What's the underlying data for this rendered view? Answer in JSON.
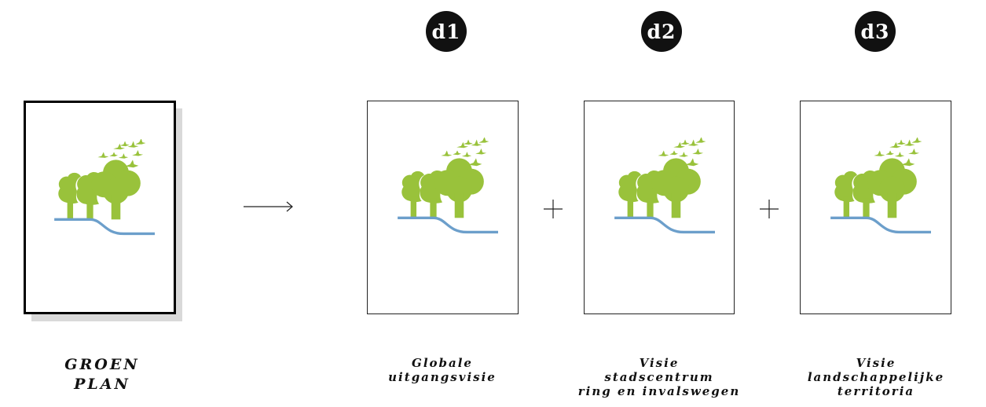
{
  "source": {
    "title_lines": [
      "GROEN",
      "PLAN"
    ],
    "logo_icon": "trees-river-birds-icon"
  },
  "connector": {
    "arrow_icon": "arrow-right-icon",
    "plus_icon": "plus-icon"
  },
  "colors": {
    "tree_green": "#99c23b",
    "river_blue": "#6c9fcb",
    "badge_bg": "#111111"
  },
  "documents": [
    {
      "badge": "d1",
      "caption_lines": [
        "Globale",
        "uitgangsvisie"
      ]
    },
    {
      "badge": "d2",
      "caption_lines": [
        "Visie",
        "stadscentrum",
        "ring en invalswegen"
      ]
    },
    {
      "badge": "d3",
      "caption_lines": [
        "Visie",
        "landschappelijke",
        "territoria"
      ]
    }
  ]
}
